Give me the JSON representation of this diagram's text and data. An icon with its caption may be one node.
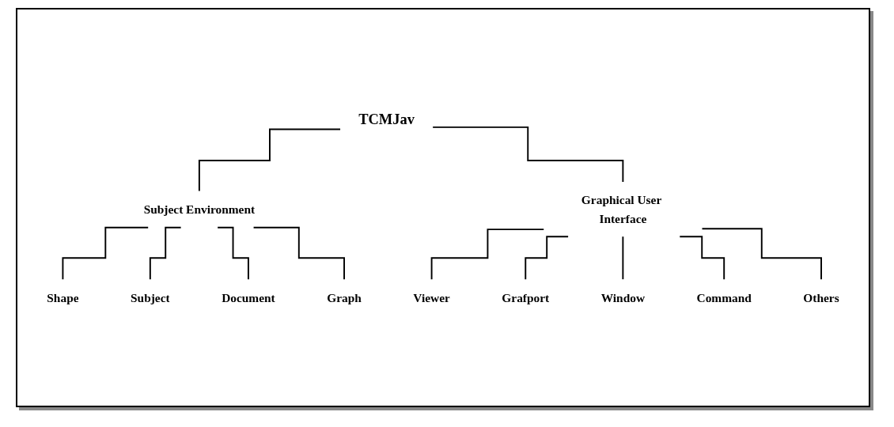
{
  "diagram": {
    "nodes": [
      {
        "text": [
          "TCMJav"
        ]
      },
      {
        "text": [
          "Subject Environment"
        ]
      },
      {
        "text": [
          "Graphical User Interface"
        ]
      },
      {
        "text": [
          "Shape"
        ]
      },
      {
        "text": [
          "Subject"
        ]
      },
      {
        "text": [
          "Document"
        ]
      },
      {
        "text": [
          "Graph"
        ]
      },
      {
        "text": [
          "Viewer"
        ]
      },
      {
        "text": [
          "Grafport"
        ]
      },
      {
        "text": [
          "Window"
        ]
      },
      {
        "text": [
          "Command"
        ]
      },
      {
        "text": [
          "Others"
        ]
      }
    ],
    "edges": [
      {
        "from": 0,
        "to": 1,
        "arrow": "none"
      },
      {
        "from": 0,
        "to": 2,
        "arrow": "none"
      },
      {
        "from": 1,
        "to": 3,
        "arrow": "none"
      },
      {
        "from": 1,
        "to": 4,
        "arrow": "none"
      },
      {
        "from": 1,
        "to": 5,
        "arrow": "none"
      },
      {
        "from": 1,
        "to": 6,
        "arrow": "none"
      },
      {
        "from": 2,
        "to": 7,
        "arrow": "none"
      },
      {
        "from": 2,
        "to": 8,
        "arrow": "none"
      },
      {
        "from": 2,
        "to": 9,
        "arrow": "none"
      },
      {
        "from": 2,
        "to": 10,
        "arrow": "none"
      },
      {
        "from": 2,
        "to": 11,
        "arrow": "none"
      }
    ]
  }
}
